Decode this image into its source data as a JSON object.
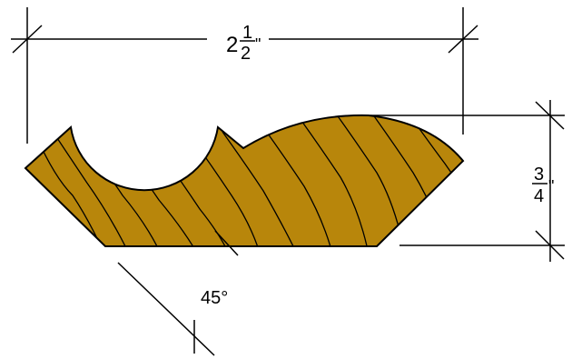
{
  "diagram": {
    "colors": {
      "wood": "#b8860b",
      "grain": "#000000",
      "outline": "#000000",
      "background": "#ffffff"
    },
    "width_dimension": {
      "whole": "2",
      "numerator": "1",
      "denominator": "2",
      "unit": "\""
    },
    "height_dimension": {
      "numerator": "3",
      "denominator": "4",
      "unit": "\""
    },
    "angle_dimension": {
      "label": "45°"
    }
  }
}
